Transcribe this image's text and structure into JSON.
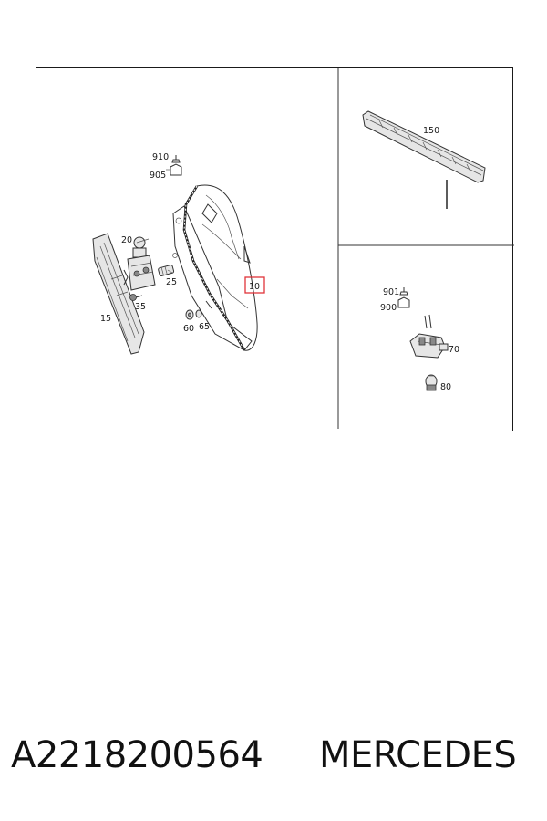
{
  "diagram": {
    "callouts": {
      "p910": "910",
      "p905": "905",
      "p20": "20",
      "p25": "25",
      "p35": "35",
      "p15": "15",
      "p60": "60",
      "p65": "65",
      "p10": "10",
      "p150": "150",
      "p901": "901",
      "p900": "900",
      "p70": "70",
      "p80": "80"
    },
    "highlight_color": "#e0343a"
  },
  "footer": {
    "part_number": "A2218200564",
    "brand": "MERCEDES"
  }
}
